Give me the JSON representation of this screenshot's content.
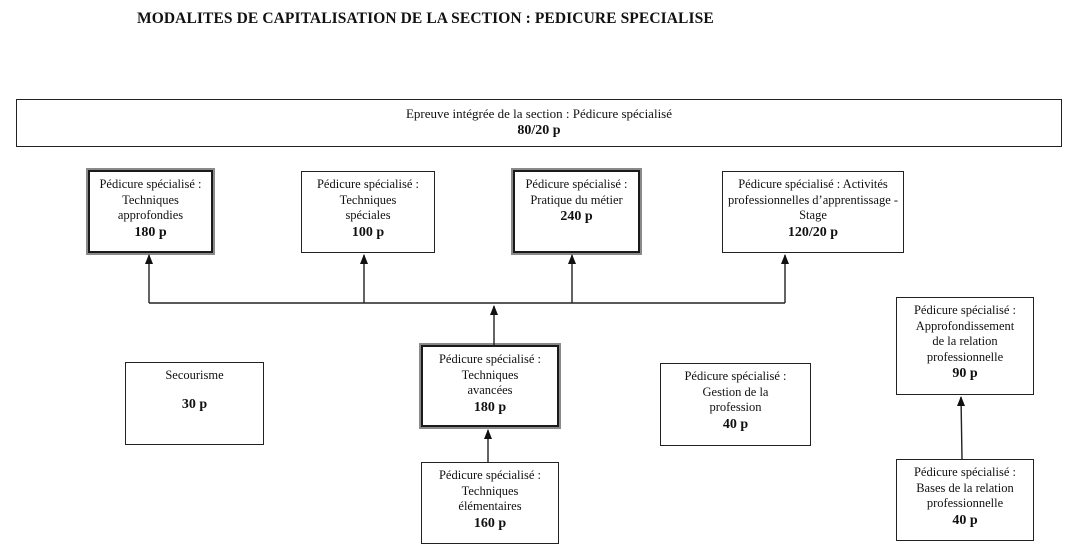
{
  "title": "MODALITES DE CAPITALISATION DE LA SECTION : PEDICURE SPECIALISE",
  "banner": {
    "label": "Epreuve intégrée de la section : Pédicure spécialisé",
    "points": "80/20 p"
  },
  "units": {
    "techniques_approfondies": {
      "lines": [
        "Pédicure spécialisé :",
        "Techniques",
        "approfondies"
      ],
      "points": "180 p",
      "emphasized": true
    },
    "techniques_speciales": {
      "lines": [
        "Pédicure spécialisé :",
        "Techniques",
        "spéciales"
      ],
      "points": "100 p",
      "emphasized": false
    },
    "pratique_du_metier": {
      "lines": [
        "Pédicure spécialisé :",
        "Pratique du métier"
      ],
      "points": "240 p",
      "emphasized": true
    },
    "activites_professionnelles": {
      "lines": [
        "Pédicure spécialisé : Activités",
        "professionnelles d’apprentissage -",
        "Stage"
      ],
      "points": "120/20 p",
      "emphasized": false
    },
    "secourisme": {
      "lines": [
        "Secourisme"
      ],
      "points": "30 p",
      "emphasized": false
    },
    "techniques_avancees": {
      "lines": [
        "Pédicure spécialisé :",
        "Techniques",
        "avancées"
      ],
      "points": "180 p",
      "emphasized": true
    },
    "gestion_profession": {
      "lines": [
        "Pédicure spécialisé :",
        "Gestion de la",
        "profession"
      ],
      "points": "40 p",
      "emphasized": false
    },
    "techniques_elementaires": {
      "lines": [
        "Pédicure spécialisé :",
        "Techniques",
        "élémentaires"
      ],
      "points": "160 p",
      "emphasized": false
    },
    "approfondissement_relation": {
      "lines": [
        "Pédicure spécialisé :",
        "Approfondissement",
        "de la relation",
        "professionnelle"
      ],
      "points": "90 p",
      "emphasized": false
    },
    "bases_relation": {
      "lines": [
        "Pédicure spécialisé :",
        "Bases de la relation",
        "professionnelle"
      ],
      "points": "40 p",
      "emphasized": false
    }
  },
  "prerequisites": [
    {
      "from": "techniques_avancees",
      "to": "techniques_approfondies"
    },
    {
      "from": "techniques_avancees",
      "to": "techniques_speciales"
    },
    {
      "from": "techniques_avancees",
      "to": "pratique_du_metier"
    },
    {
      "from": "techniques_avancees",
      "to": "activites_professionnelles"
    },
    {
      "from": "techniques_elementaires",
      "to": "techniques_avancees"
    },
    {
      "from": "bases_relation",
      "to": "approfondissement_relation"
    }
  ]
}
